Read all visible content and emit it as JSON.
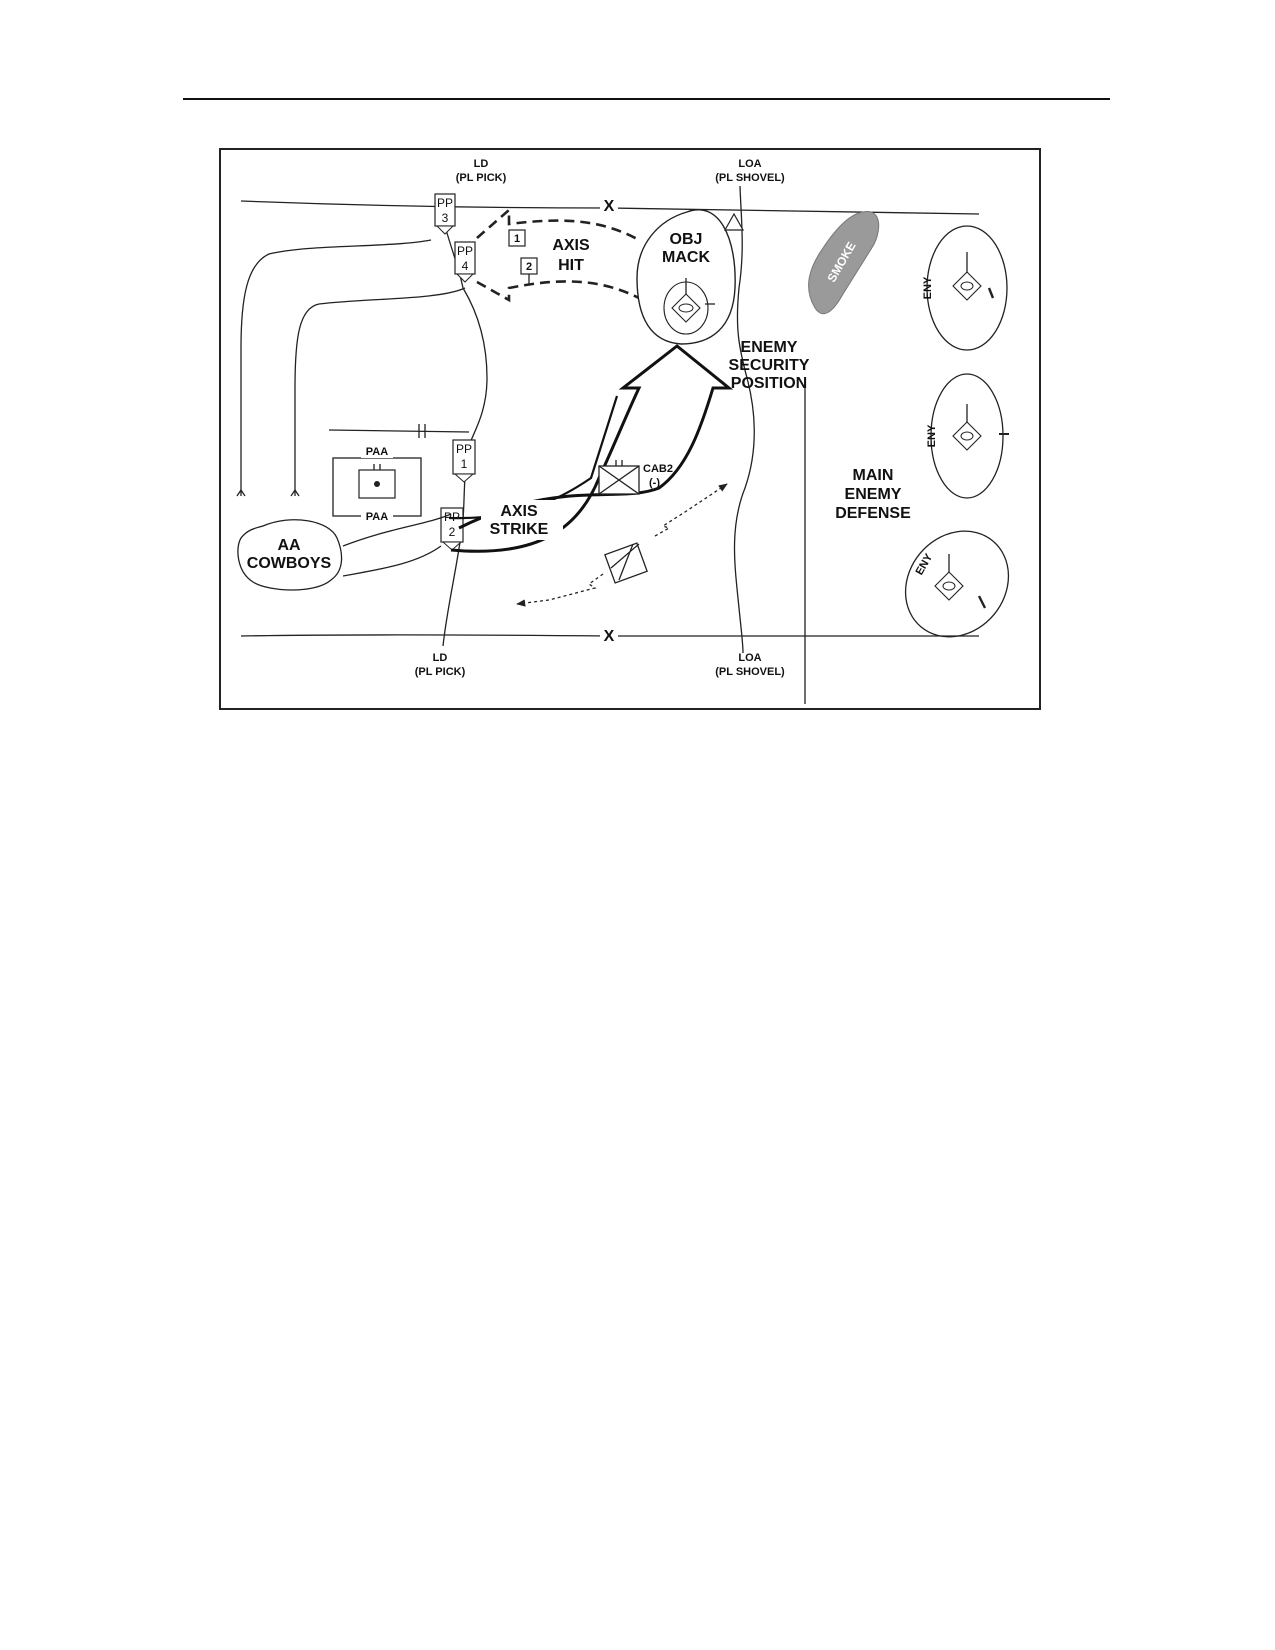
{
  "map": {
    "phase_lines": {
      "ld": "LD",
      "ld_name": "(PL PICK)",
      "loa": "LOA",
      "loa_name": "(PL SHOVEL)"
    },
    "boundary_mark": "X",
    "passage_points": [
      {
        "prefix": "PP",
        "num": "3"
      },
      {
        "prefix": "PP",
        "num": "4"
      },
      {
        "prefix": "PP",
        "num": "1"
      },
      {
        "prefix": "PP",
        "num": "2"
      }
    ],
    "axis_hit": {
      "line1": "AXIS",
      "line2": "HIT",
      "markers": [
        "1",
        "2"
      ]
    },
    "axis_strike": {
      "line1": "AXIS",
      "line2": "STRIKE"
    },
    "objective": {
      "line1": "OBJ",
      "line2": "MACK"
    },
    "enemy_security": {
      "line1": "ENEMY",
      "line2": "SECURITY",
      "line3": "POSITION"
    },
    "main_enemy": {
      "line1": "MAIN",
      "line2": "ENEMY",
      "line3": "DEFENSE"
    },
    "smoke": "SMOKE",
    "enemy_positions": [
      "ENY",
      "ENY",
      "ENY"
    ],
    "paa": {
      "top": "PAA",
      "bottom": "PAA"
    },
    "assembly_area": {
      "line1": "AA",
      "line2": "COWBOYS"
    },
    "unit": {
      "name": "CAB2",
      "modifier": "(-)"
    }
  }
}
